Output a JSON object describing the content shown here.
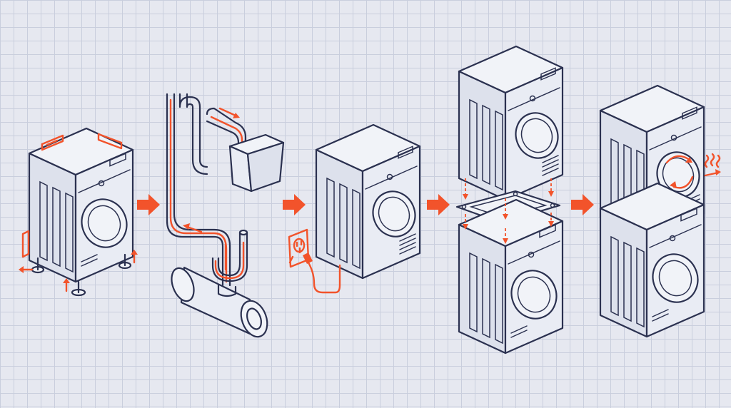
{
  "diagram": {
    "steps": [
      {
        "id": "level",
        "icon": "leveling-washer-icon"
      },
      {
        "id": "drain",
        "icon": "drain-hose-icon"
      },
      {
        "id": "power",
        "icon": "power-plug-icon"
      },
      {
        "id": "stack",
        "icon": "stacking-kit-icon"
      },
      {
        "id": "run",
        "icon": "stacked-run-icon"
      }
    ],
    "colors": {
      "line": "#2b3150",
      "accent": "#f2532b",
      "background": "#e6e8f0",
      "grid": "#c9cedd"
    }
  }
}
